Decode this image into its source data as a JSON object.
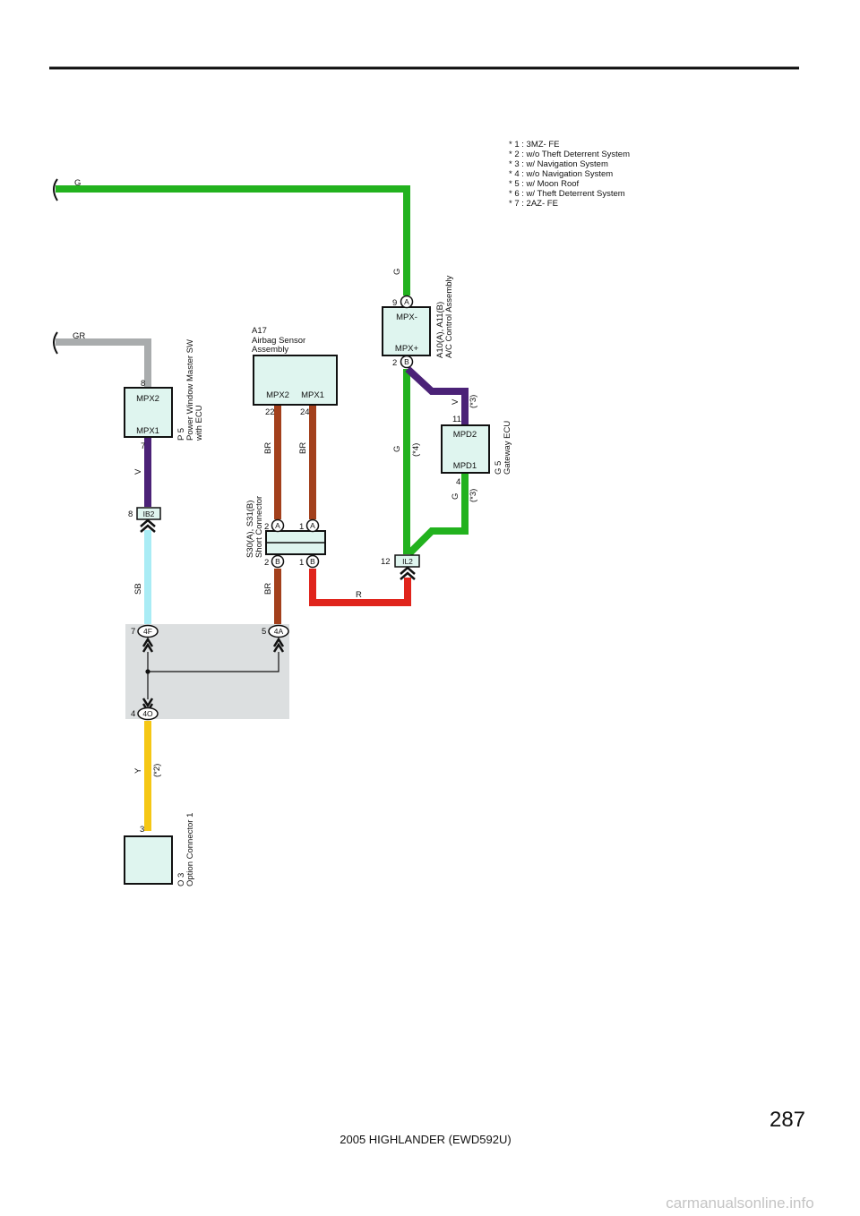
{
  "colors": {
    "G": "#22b21e",
    "GR": "#a9acad",
    "V": "#4b2277",
    "SB": "#a9ecf5",
    "BR": "#a3401c",
    "R": "#e0241c",
    "Y": "#f5c715",
    "component_fill": "#dff5ef",
    "junction_block": "#dcdfe0"
  },
  "notes": [
    "* 1 : 3MZ- FE",
    "* 2 : w/o Theft Deterrent System",
    "* 3 : w/ Navigation System",
    "* 4 : w/o Navigation System",
    "* 5 : w/ Moon Roof",
    "* 6 : w/ Theft Deterrent System",
    "* 7 : 2AZ- FE"
  ],
  "wires": {
    "g_top": "G",
    "gr_top": "GR",
    "v_p5": "V",
    "sb": "SB",
    "br_22": "BR",
    "br_24": "BR",
    "br_bottom": "BR",
    "r": "R",
    "y": "Y",
    "y_cond": "(*2)",
    "g_ac": "G",
    "g_gateway": "G",
    "g_gateway_cond": "(*4)",
    "v_ac": "V",
    "v_ac_cond": "(*3)",
    "g_mpd1": "G",
    "g_mpd1_cond": "(*3)"
  },
  "components": {
    "p5": {
      "code": "P 5",
      "name_line1": "Power Window Master SW",
      "name_line2": "with ECU",
      "pin_top": "8",
      "pin_bottom": "7",
      "term_top": "MPX2",
      "term_bottom": "MPX1"
    },
    "a17": {
      "code": "A17",
      "name_line1": "Airbag Sensor",
      "name_line2": "Assembly",
      "pin_left": "22",
      "pin_right": "24",
      "term_left": "MPX2",
      "term_right": "MPX1"
    },
    "ac": {
      "code": "A10(A), A11(B)",
      "name": "A/C Control Assembly",
      "pin_top": "9",
      "conn_top": "A",
      "pin_bottom": "2",
      "conn_bottom": "B",
      "term_top": "MPX-",
      "term_bottom": "MPX+"
    },
    "g5": {
      "code": "G 5",
      "name": "Gateway ECU",
      "pin_top": "11",
      "pin_bottom": "4",
      "term_top": "MPD2",
      "term_bottom": "MPD1"
    },
    "short": {
      "code": "S30(A), S31(B)",
      "name": "Short Connector",
      "pin_a_left": "2",
      "conn_a_left": "A",
      "pin_a_right": "1",
      "conn_a_right": "A",
      "pin_b_left": "2",
      "conn_b_left": "B",
      "pin_b_right": "1",
      "conn_b_right": "B"
    },
    "o3": {
      "code": "O 3",
      "name": "Option Connector 1",
      "pin_top": "3"
    }
  },
  "connectors": {
    "ib2": {
      "label": "IB2",
      "pin": "8"
    },
    "il2": {
      "label": "IL2",
      "pin": "12"
    },
    "c4f": {
      "label": "4F",
      "pin": "7"
    },
    "c4a": {
      "label": "4A",
      "pin": "5"
    },
    "c4o": {
      "label": "4O",
      "pin": "4"
    }
  },
  "footer": {
    "page_number": "287",
    "title": "2005 HIGHLANDER (EWD592U)",
    "watermark": "carmanualsonline.info"
  }
}
